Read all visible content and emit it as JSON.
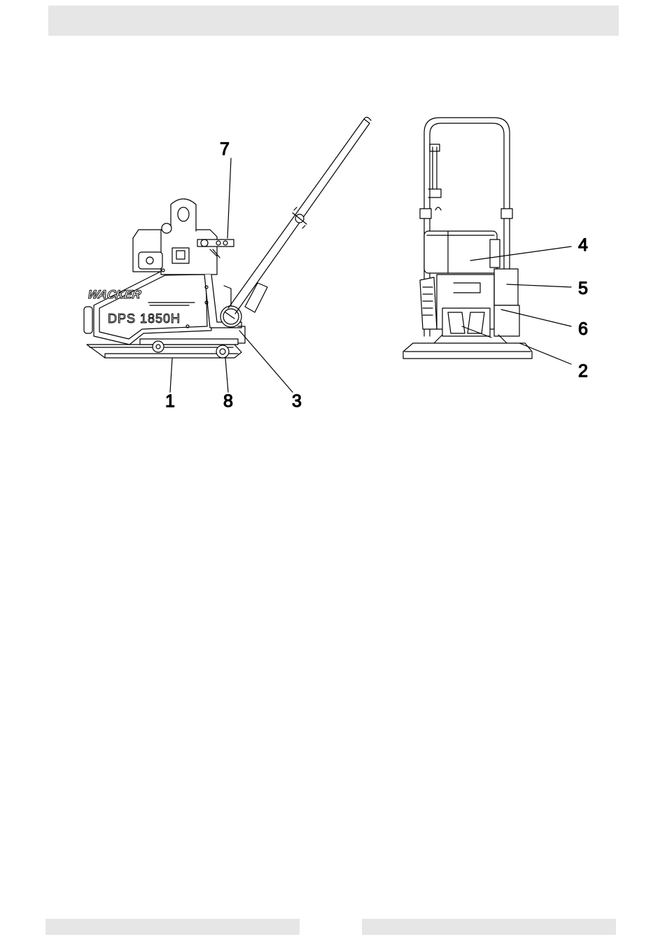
{
  "header": {
    "text": ""
  },
  "figure": {
    "brand_label": "WACKER",
    "model_label": "DPS 1850H",
    "callouts_side": [
      "7",
      "1",
      "8",
      "3"
    ],
    "callouts_front": [
      "4",
      "5",
      "6",
      "2"
    ]
  },
  "footer": {
    "left_text": "",
    "right_text": ""
  }
}
